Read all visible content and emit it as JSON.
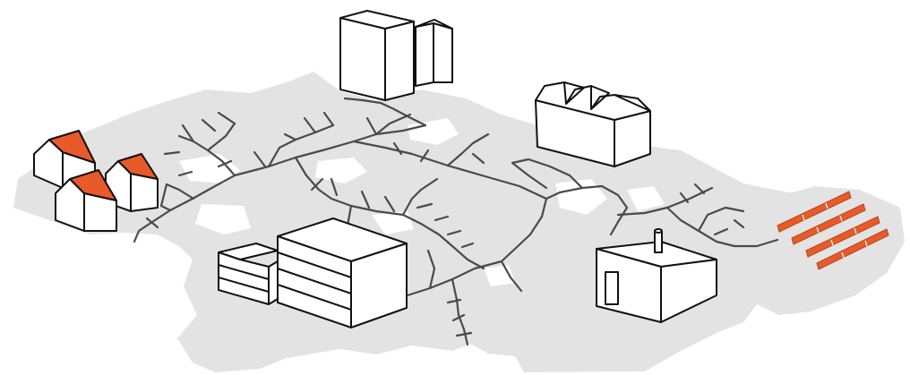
{
  "colors": {
    "background": "#ffffff",
    "ground": "#e3e3e3",
    "network_line": "#4a4a4a",
    "outline": "#111111",
    "building_fill": "#ffffff",
    "accent": "#e85a2a"
  },
  "elements": [
    "houses-cluster",
    "tower-buildings",
    "factory-building",
    "office-complex",
    "power-plant-building",
    "solar-panel-array",
    "district-network"
  ]
}
